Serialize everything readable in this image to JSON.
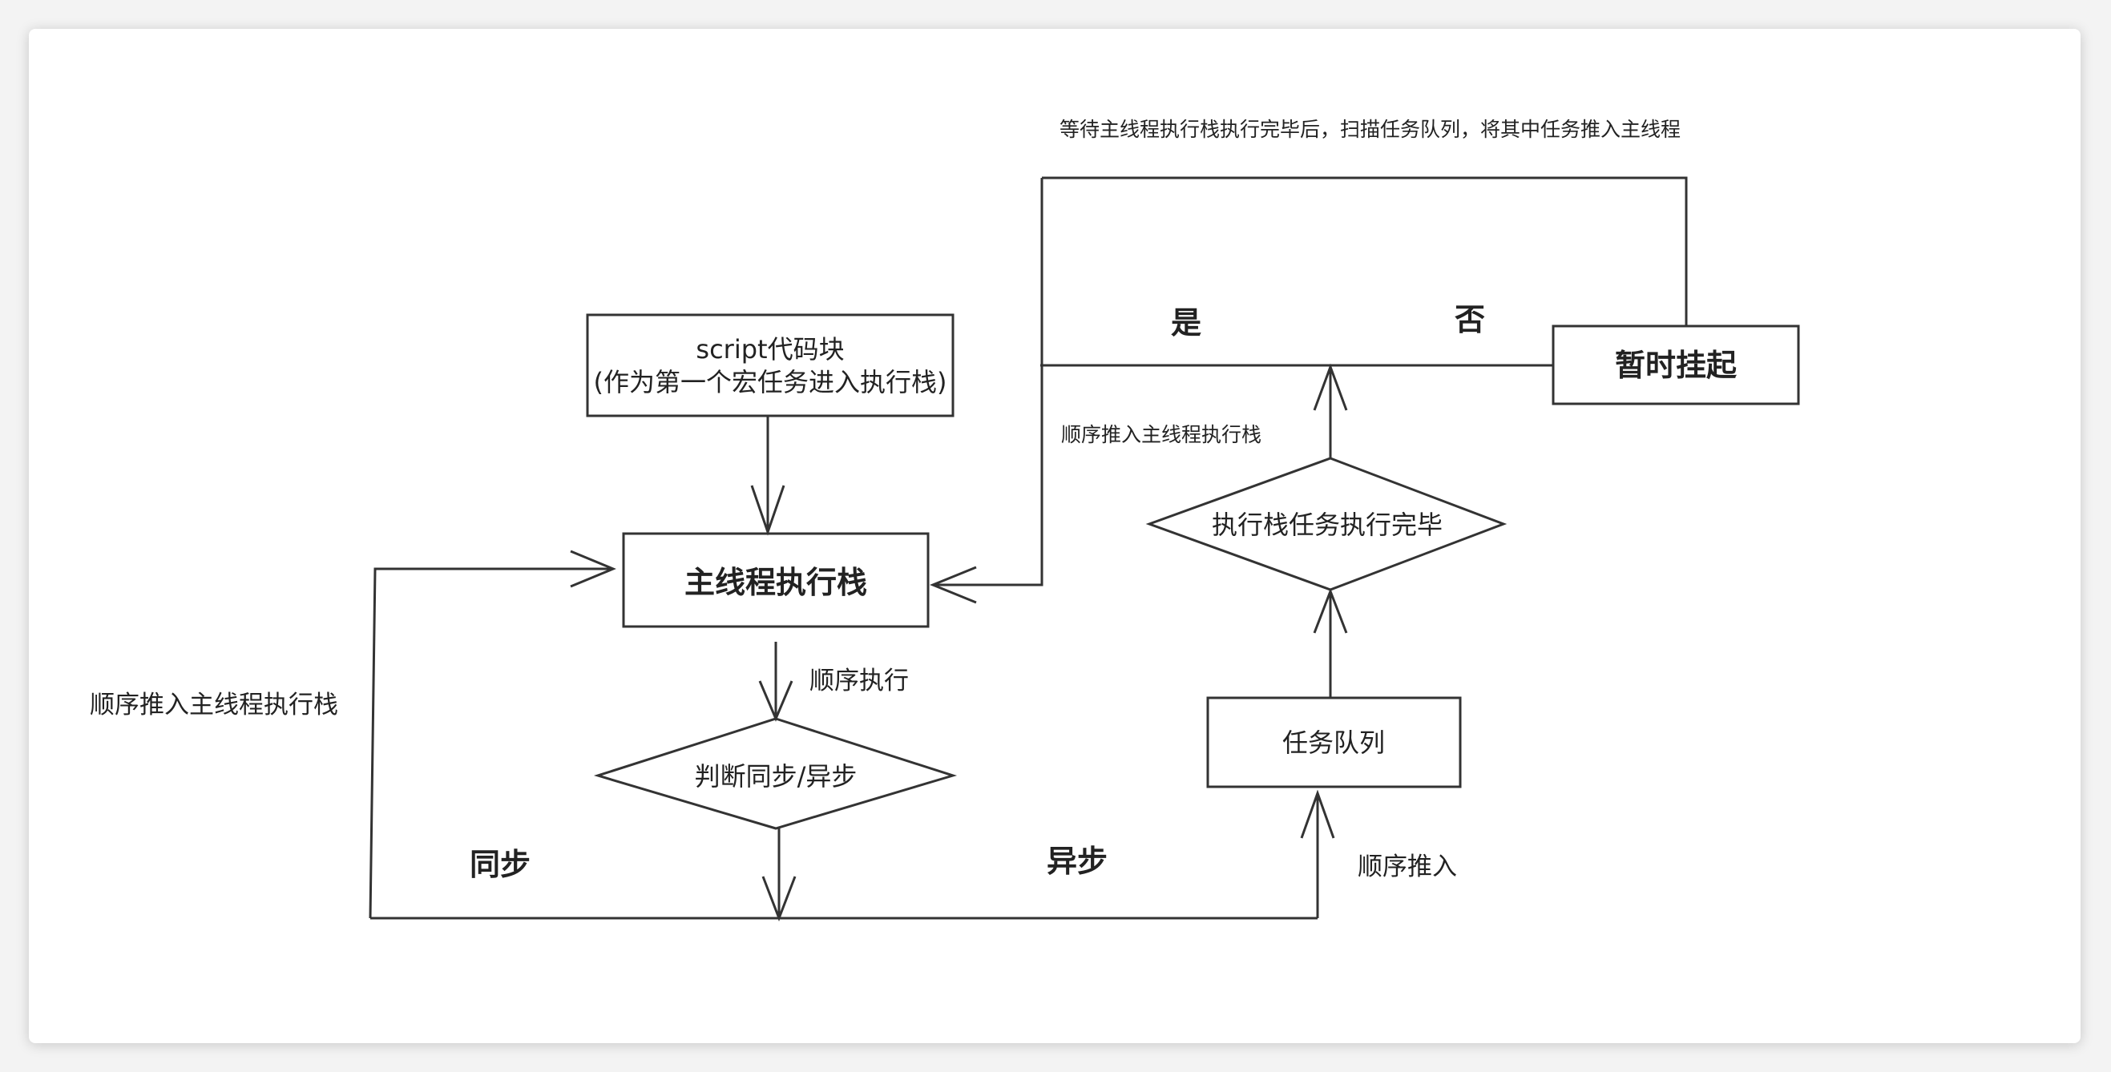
{
  "nodes": {
    "script_block": {
      "line1": "script代码块",
      "line2": "(作为第一个宏任务进入执行栈)"
    },
    "main_stack": "主线程执行栈",
    "judge": "判断同步/异步",
    "task_queue": "任务队列",
    "stack_done": "执行栈任务执行完毕",
    "suspend": "暂时挂起"
  },
  "labels": {
    "sequential_exec": "顺序执行",
    "sync": "同步",
    "async": "异步",
    "push_main_left": "顺序推入主线程执行栈",
    "push_main_right": "顺序推入主线程执行栈",
    "push_queue": "顺序推入",
    "yes": "是",
    "no": "否",
    "top_note": "等待主线程执行栈执行完毕后，扫描任务队列，将其中任务推入主线程"
  }
}
